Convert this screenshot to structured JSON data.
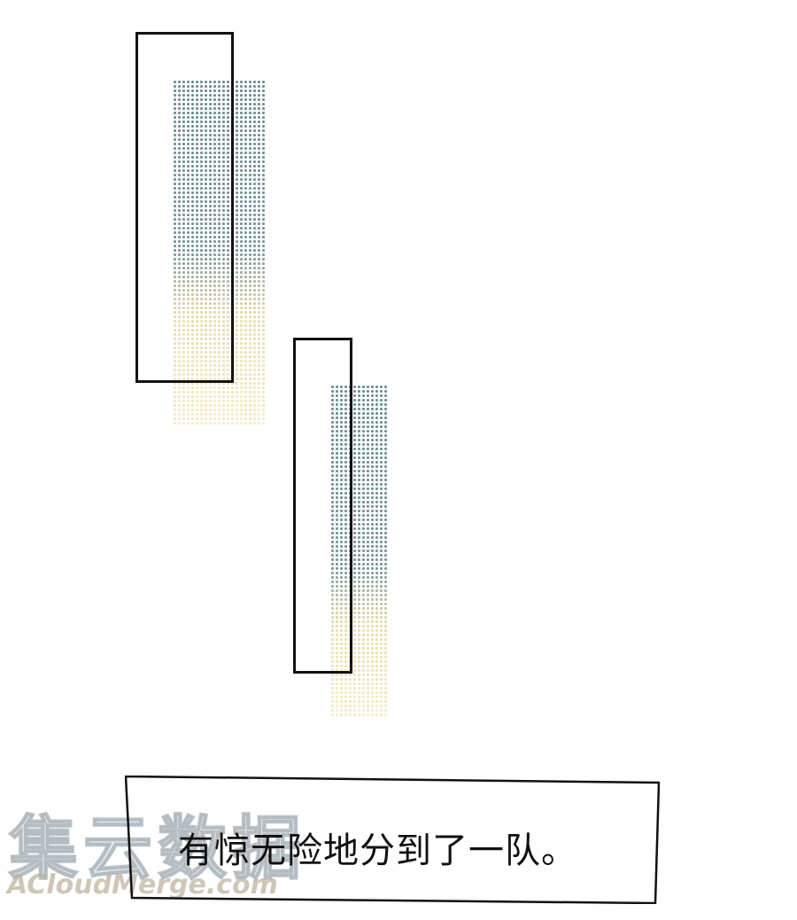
{
  "caption": {
    "text": "有惊无险地分到了一队。"
  },
  "watermark": {
    "logo_cn": "集云数据",
    "logo_en": "ACloudMerge.com"
  },
  "colors": {
    "ink": "#111111",
    "halftone_top": "#6f8d93",
    "halftone_bottom": "#f3ebc4",
    "background": "#ffffff"
  }
}
